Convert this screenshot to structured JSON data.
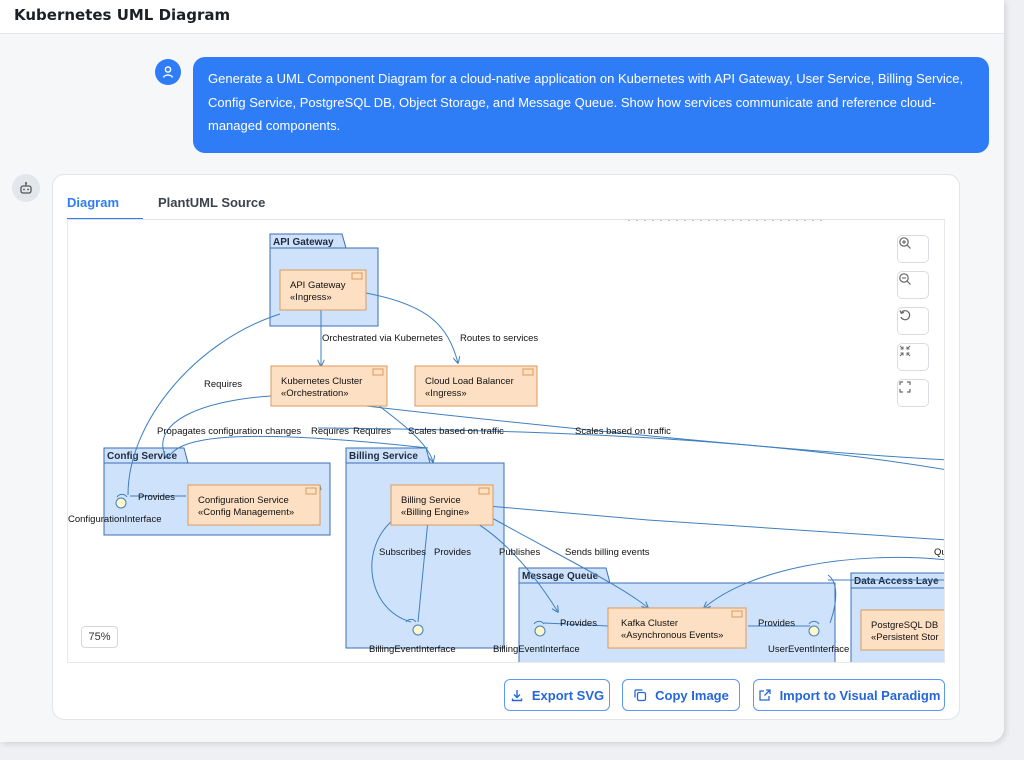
{
  "window": {
    "title": "Kubernetes UML Diagram"
  },
  "user_message": {
    "avatar_icon": "user-icon",
    "text": "Generate a UML Component Diagram for a cloud-native application on Kubernetes with API Gateway, User Service, Billing Service, Config Service, PostgreSQL DB, Object Storage, and Message Queue. Show how services communicate and reference cloud-managed components."
  },
  "bot": {
    "avatar_icon": "robot-icon"
  },
  "tabs": [
    {
      "label": "Diagram",
      "active": true
    },
    {
      "label": "PlantUML Source",
      "active": false
    }
  ],
  "diagram": {
    "packages": {
      "api_gateway": "API Gateway",
      "config_service": "Config Service",
      "billing_service": "Billing Service",
      "message_queue": "Message Queue",
      "data_access": "Data Access Laye"
    },
    "components": {
      "api_gateway": [
        "API Gateway",
        "«Ingress»"
      ],
      "k8s_cluster": [
        "Kubernetes Cluster",
        "«Orchestration»"
      ],
      "cloud_lb": [
        "Cloud Load Balancer",
        "«Ingress»"
      ],
      "config": [
        "Configuration Service",
        "«Config Management»"
      ],
      "billing": [
        "Billing Service",
        "«Billing Engine»"
      ],
      "kafka": [
        "Kafka Cluster",
        "«Asynchronous Events»"
      ],
      "postgres": [
        "PostgreSQL DB",
        "«Persistent Stor"
      ]
    },
    "interfaces": {
      "config": "ConfigurationInterface",
      "billing_event": "BillingEventInterface",
      "billing_event_mq": "BillingEventInterface",
      "user_event": "UserEventInterface"
    },
    "edge_labels": {
      "orchestrated": "Orchestrated via Kubernetes",
      "routes": "Routes to services",
      "requires_1": "Requires",
      "propagates": "Propagates configuration changes",
      "requires_2": "Requires",
      "requires_3": "Requires",
      "scales_1": "Scales based on traffic",
      "scales_2": "Scales based on traffic",
      "provides_config": "Provides",
      "subscribes": "Subscribes",
      "provides_billing": "Provides",
      "publishes": "Publishes",
      "sends_billing": "Sends billing events",
      "provides_mq_left": "Provides",
      "provides_mq_right": "Provides",
      "q_cut": "Qu"
    },
    "zoom_level": "75%",
    "controls": [
      "zoom-in-icon",
      "zoom-out-icon",
      "reset-icon",
      "collapse-icon",
      "fullscreen-icon"
    ]
  },
  "actions": {
    "export_svg": "Export SVG",
    "copy_image": "Copy Image",
    "import_vp": "Import to Visual Paradigm"
  },
  "colors": {
    "accent": "#2f7df6",
    "package_fill": "#cfe2fb",
    "package_stroke": "#3b6fb5",
    "component_fill": "#fde0c3",
    "component_stroke": "#d99a5b",
    "edge": "#3f7fc0"
  }
}
